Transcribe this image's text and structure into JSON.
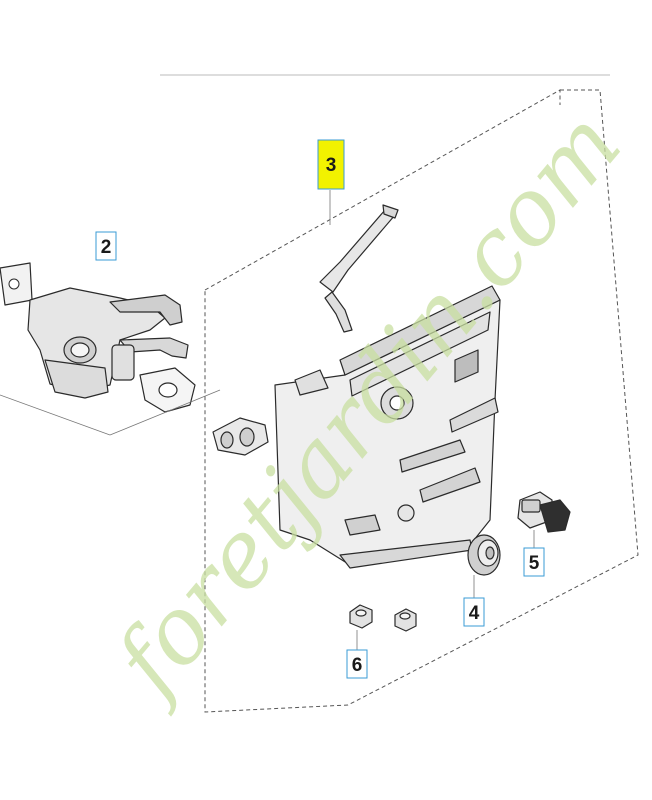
{
  "watermark": {
    "text": "foretjardin.com",
    "colors": {
      "main": "#c9dfa1",
      "accent": "#cfc9bd"
    }
  },
  "callouts": [
    {
      "number": "2",
      "part": "carburetor-assembly",
      "highlighted": false
    },
    {
      "number": "3",
      "part": "muffler-heat-shield",
      "highlighted": true
    },
    {
      "number": "4",
      "part": "rubber-grommet",
      "highlighted": false
    },
    {
      "number": "5",
      "part": "fuel-valve-knob",
      "highlighted": false
    },
    {
      "number": "6",
      "part": "nut",
      "highlighted": false
    }
  ],
  "colors": {
    "callout_border": "#3a9bd6",
    "highlight": "#f2f200",
    "line": "#2b2b2b"
  }
}
